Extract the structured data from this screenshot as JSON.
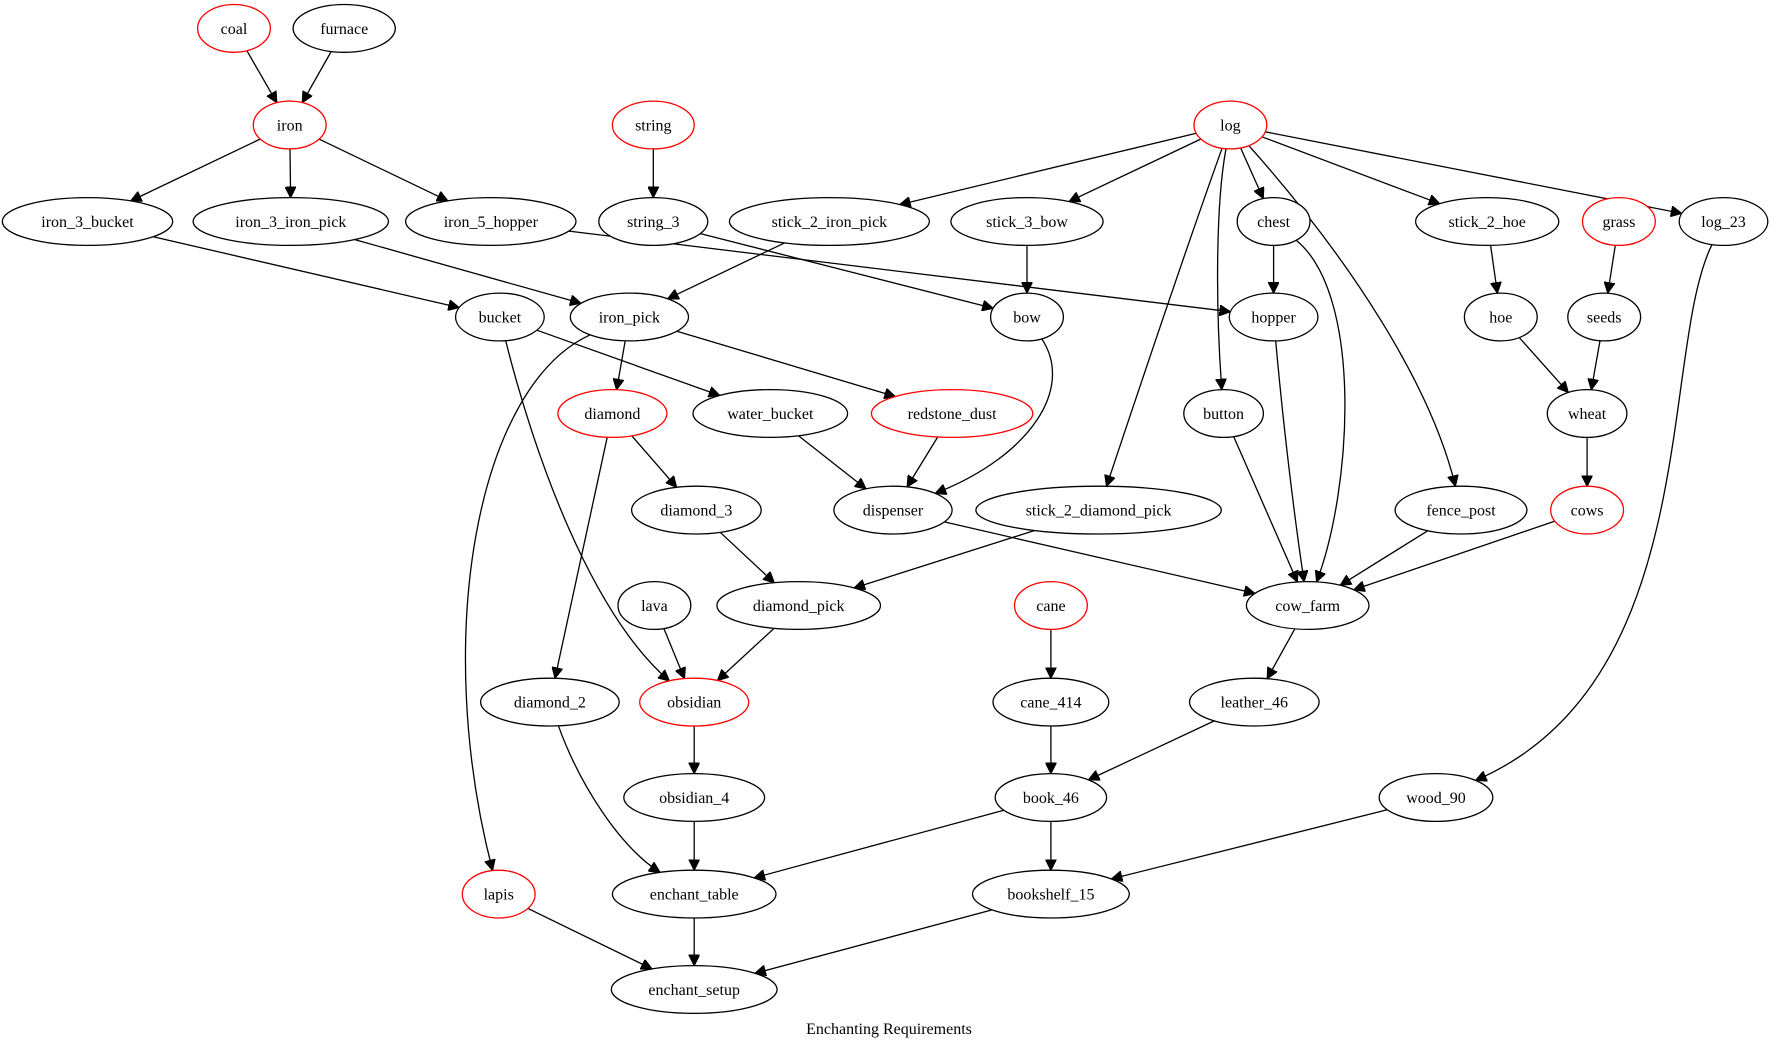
{
  "title": "Enchanting Requirements",
  "colors": {
    "raw_outline": "#ff0000",
    "derived_outline": "#000000",
    "edge": "#000000"
  },
  "nodes": [
    {
      "id": "coal",
      "label": "coal",
      "raw": true
    },
    {
      "id": "furnace",
      "label": "furnace",
      "raw": false
    },
    {
      "id": "iron",
      "label": "iron",
      "raw": true
    },
    {
      "id": "string",
      "label": "string",
      "raw": true
    },
    {
      "id": "log",
      "label": "log",
      "raw": true
    },
    {
      "id": "iron_3_bucket",
      "label": "iron_3_bucket",
      "raw": false
    },
    {
      "id": "iron_3_iron_pick",
      "label": "iron_3_iron_pick",
      "raw": false
    },
    {
      "id": "iron_5_hopper",
      "label": "iron_5_hopper",
      "raw": false
    },
    {
      "id": "string_3",
      "label": "string_3",
      "raw": false
    },
    {
      "id": "stick_2_iron_pick",
      "label": "stick_2_iron_pick",
      "raw": false
    },
    {
      "id": "stick_3_bow",
      "label": "stick_3_bow",
      "raw": false
    },
    {
      "id": "chest",
      "label": "chest",
      "raw": false
    },
    {
      "id": "stick_2_hoe",
      "label": "stick_2_hoe",
      "raw": false
    },
    {
      "id": "grass",
      "label": "grass",
      "raw": true
    },
    {
      "id": "log_23",
      "label": "log_23",
      "raw": false
    },
    {
      "id": "bucket",
      "label": "bucket",
      "raw": false
    },
    {
      "id": "iron_pick",
      "label": "iron_pick",
      "raw": false
    },
    {
      "id": "bow",
      "label": "bow",
      "raw": false
    },
    {
      "id": "hopper",
      "label": "hopper",
      "raw": false
    },
    {
      "id": "hoe",
      "label": "hoe",
      "raw": false
    },
    {
      "id": "seeds",
      "label": "seeds",
      "raw": false
    },
    {
      "id": "diamond",
      "label": "diamond",
      "raw": true
    },
    {
      "id": "water_bucket",
      "label": "water_bucket",
      "raw": false
    },
    {
      "id": "redstone_dust",
      "label": "redstone_dust",
      "raw": true
    },
    {
      "id": "button",
      "label": "button",
      "raw": false
    },
    {
      "id": "wheat",
      "label": "wheat",
      "raw": false
    },
    {
      "id": "diamond_3",
      "label": "diamond_3",
      "raw": false
    },
    {
      "id": "dispenser",
      "label": "dispenser",
      "raw": false
    },
    {
      "id": "stick_2_diamond_pick",
      "label": "stick_2_diamond_pick",
      "raw": false
    },
    {
      "id": "fence_post",
      "label": "fence_post",
      "raw": false
    },
    {
      "id": "cows",
      "label": "cows",
      "raw": true
    },
    {
      "id": "lava",
      "label": "lava",
      "raw": false
    },
    {
      "id": "diamond_pick",
      "label": "diamond_pick",
      "raw": false
    },
    {
      "id": "cane",
      "label": "cane",
      "raw": true
    },
    {
      "id": "cow_farm",
      "label": "cow_farm",
      "raw": false
    },
    {
      "id": "diamond_2",
      "label": "diamond_2",
      "raw": false
    },
    {
      "id": "obsidian",
      "label": "obsidian",
      "raw": true
    },
    {
      "id": "cane_414",
      "label": "cane_414",
      "raw": false
    },
    {
      "id": "leather_46",
      "label": "leather_46",
      "raw": false
    },
    {
      "id": "obsidian_4",
      "label": "obsidian_4",
      "raw": false
    },
    {
      "id": "book_46",
      "label": "book_46",
      "raw": false
    },
    {
      "id": "wood_90",
      "label": "wood_90",
      "raw": false
    },
    {
      "id": "lapis",
      "label": "lapis",
      "raw": true
    },
    {
      "id": "enchant_table",
      "label": "enchant_table",
      "raw": false
    },
    {
      "id": "bookshelf_15",
      "label": "bookshelf_15",
      "raw": false
    },
    {
      "id": "enchant_setup",
      "label": "enchant_setup",
      "raw": false
    }
  ],
  "edges": [
    [
      "coal",
      "iron"
    ],
    [
      "furnace",
      "iron"
    ],
    [
      "iron",
      "iron_3_bucket"
    ],
    [
      "iron",
      "iron_3_iron_pick"
    ],
    [
      "iron",
      "iron_5_hopper"
    ],
    [
      "string",
      "string_3"
    ],
    [
      "log",
      "stick_2_iron_pick"
    ],
    [
      "log",
      "stick_3_bow"
    ],
    [
      "log",
      "chest"
    ],
    [
      "log",
      "stick_2_hoe"
    ],
    [
      "log",
      "log_23"
    ],
    [
      "log",
      "button"
    ],
    [
      "log",
      "stick_2_diamond_pick"
    ],
    [
      "log",
      "fence_post"
    ],
    [
      "iron_3_bucket",
      "bucket"
    ],
    [
      "iron_3_iron_pick",
      "iron_pick"
    ],
    [
      "iron_5_hopper",
      "hopper"
    ],
    [
      "string_3",
      "bow"
    ],
    [
      "stick_2_iron_pick",
      "iron_pick"
    ],
    [
      "stick_3_bow",
      "bow"
    ],
    [
      "chest",
      "hopper"
    ],
    [
      "chest",
      "cow_farm"
    ],
    [
      "stick_2_hoe",
      "hoe"
    ],
    [
      "grass",
      "seeds"
    ],
    [
      "log_23",
      "wood_90"
    ],
    [
      "bucket",
      "water_bucket"
    ],
    [
      "bucket",
      "obsidian"
    ],
    [
      "iron_pick",
      "diamond"
    ],
    [
      "iron_pick",
      "redstone_dust"
    ],
    [
      "iron_pick",
      "lapis"
    ],
    [
      "bow",
      "dispenser"
    ],
    [
      "hopper",
      "cow_farm"
    ],
    [
      "hoe",
      "wheat"
    ],
    [
      "seeds",
      "wheat"
    ],
    [
      "diamond",
      "diamond_3"
    ],
    [
      "diamond",
      "diamond_2"
    ],
    [
      "water_bucket",
      "dispenser"
    ],
    [
      "redstone_dust",
      "dispenser"
    ],
    [
      "button",
      "cow_farm"
    ],
    [
      "wheat",
      "cows"
    ],
    [
      "diamond_3",
      "diamond_pick"
    ],
    [
      "dispenser",
      "cow_farm"
    ],
    [
      "stick_2_diamond_pick",
      "diamond_pick"
    ],
    [
      "fence_post",
      "cow_farm"
    ],
    [
      "cows",
      "cow_farm"
    ],
    [
      "lava",
      "obsidian"
    ],
    [
      "diamond_pick",
      "obsidian"
    ],
    [
      "cane",
      "cane_414"
    ],
    [
      "cow_farm",
      "leather_46"
    ],
    [
      "diamond_2",
      "enchant_table"
    ],
    [
      "obsidian",
      "obsidian_4"
    ],
    [
      "cane_414",
      "book_46"
    ],
    [
      "leather_46",
      "book_46"
    ],
    [
      "obsidian_4",
      "enchant_table"
    ],
    [
      "book_46",
      "enchant_table"
    ],
    [
      "book_46",
      "bookshelf_15"
    ],
    [
      "wood_90",
      "bookshelf_15"
    ],
    [
      "lapis",
      "enchant_setup"
    ],
    [
      "enchant_table",
      "enchant_setup"
    ],
    [
      "bookshelf_15",
      "enchant_setup"
    ]
  ]
}
